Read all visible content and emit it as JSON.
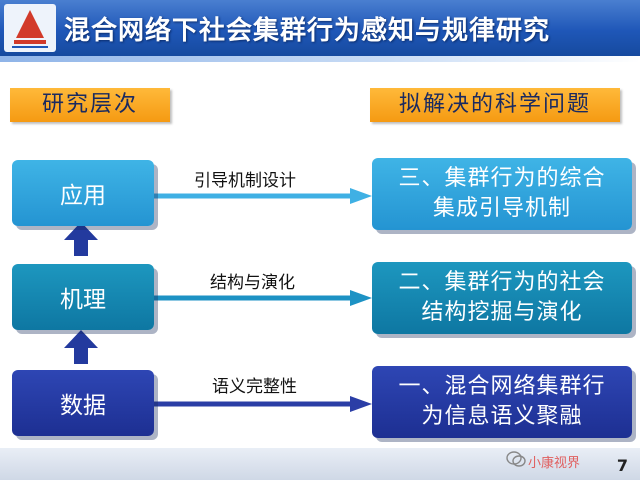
{
  "title": "混合网络下社会集群行为感知与规律研究",
  "headers": {
    "left": "研究层次",
    "right": "拟解决的科学问题"
  },
  "levels": [
    {
      "label": "应用",
      "arrow_label": "引导机制设计",
      "problem_line1": "三、集群行为的综合",
      "problem_line2": "集成引导机制"
    },
    {
      "label": "机理",
      "arrow_label": "结构与演化",
      "problem_line1": "二、集群行为的社会",
      "problem_line2": "结构挖掘与演化"
    },
    {
      "label": "数据",
      "arrow_label": "语义完整性",
      "problem_line1": "一、混合网络集群行",
      "problem_line2": "为信息语义聚融"
    }
  ],
  "footer": {
    "page_number": "7",
    "watermark": "小康视界"
  },
  "colors": {
    "light": "#2aa3dd",
    "teal": "#1287b3",
    "navy": "#243aa3",
    "orange": "#f7a21e",
    "header": "#1f57b8"
  }
}
